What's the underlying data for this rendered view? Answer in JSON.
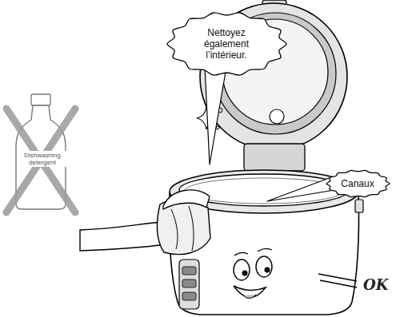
{
  "diagram": {
    "nodes": [
      {
        "text": [
          "Nettoyez également l’intérieur."
        ]
      },
      {
        "text": [
          "Canaux"
        ]
      }
    ],
    "labels": [
      "Dishwashing detergent",
      "OK"
    ]
  }
}
